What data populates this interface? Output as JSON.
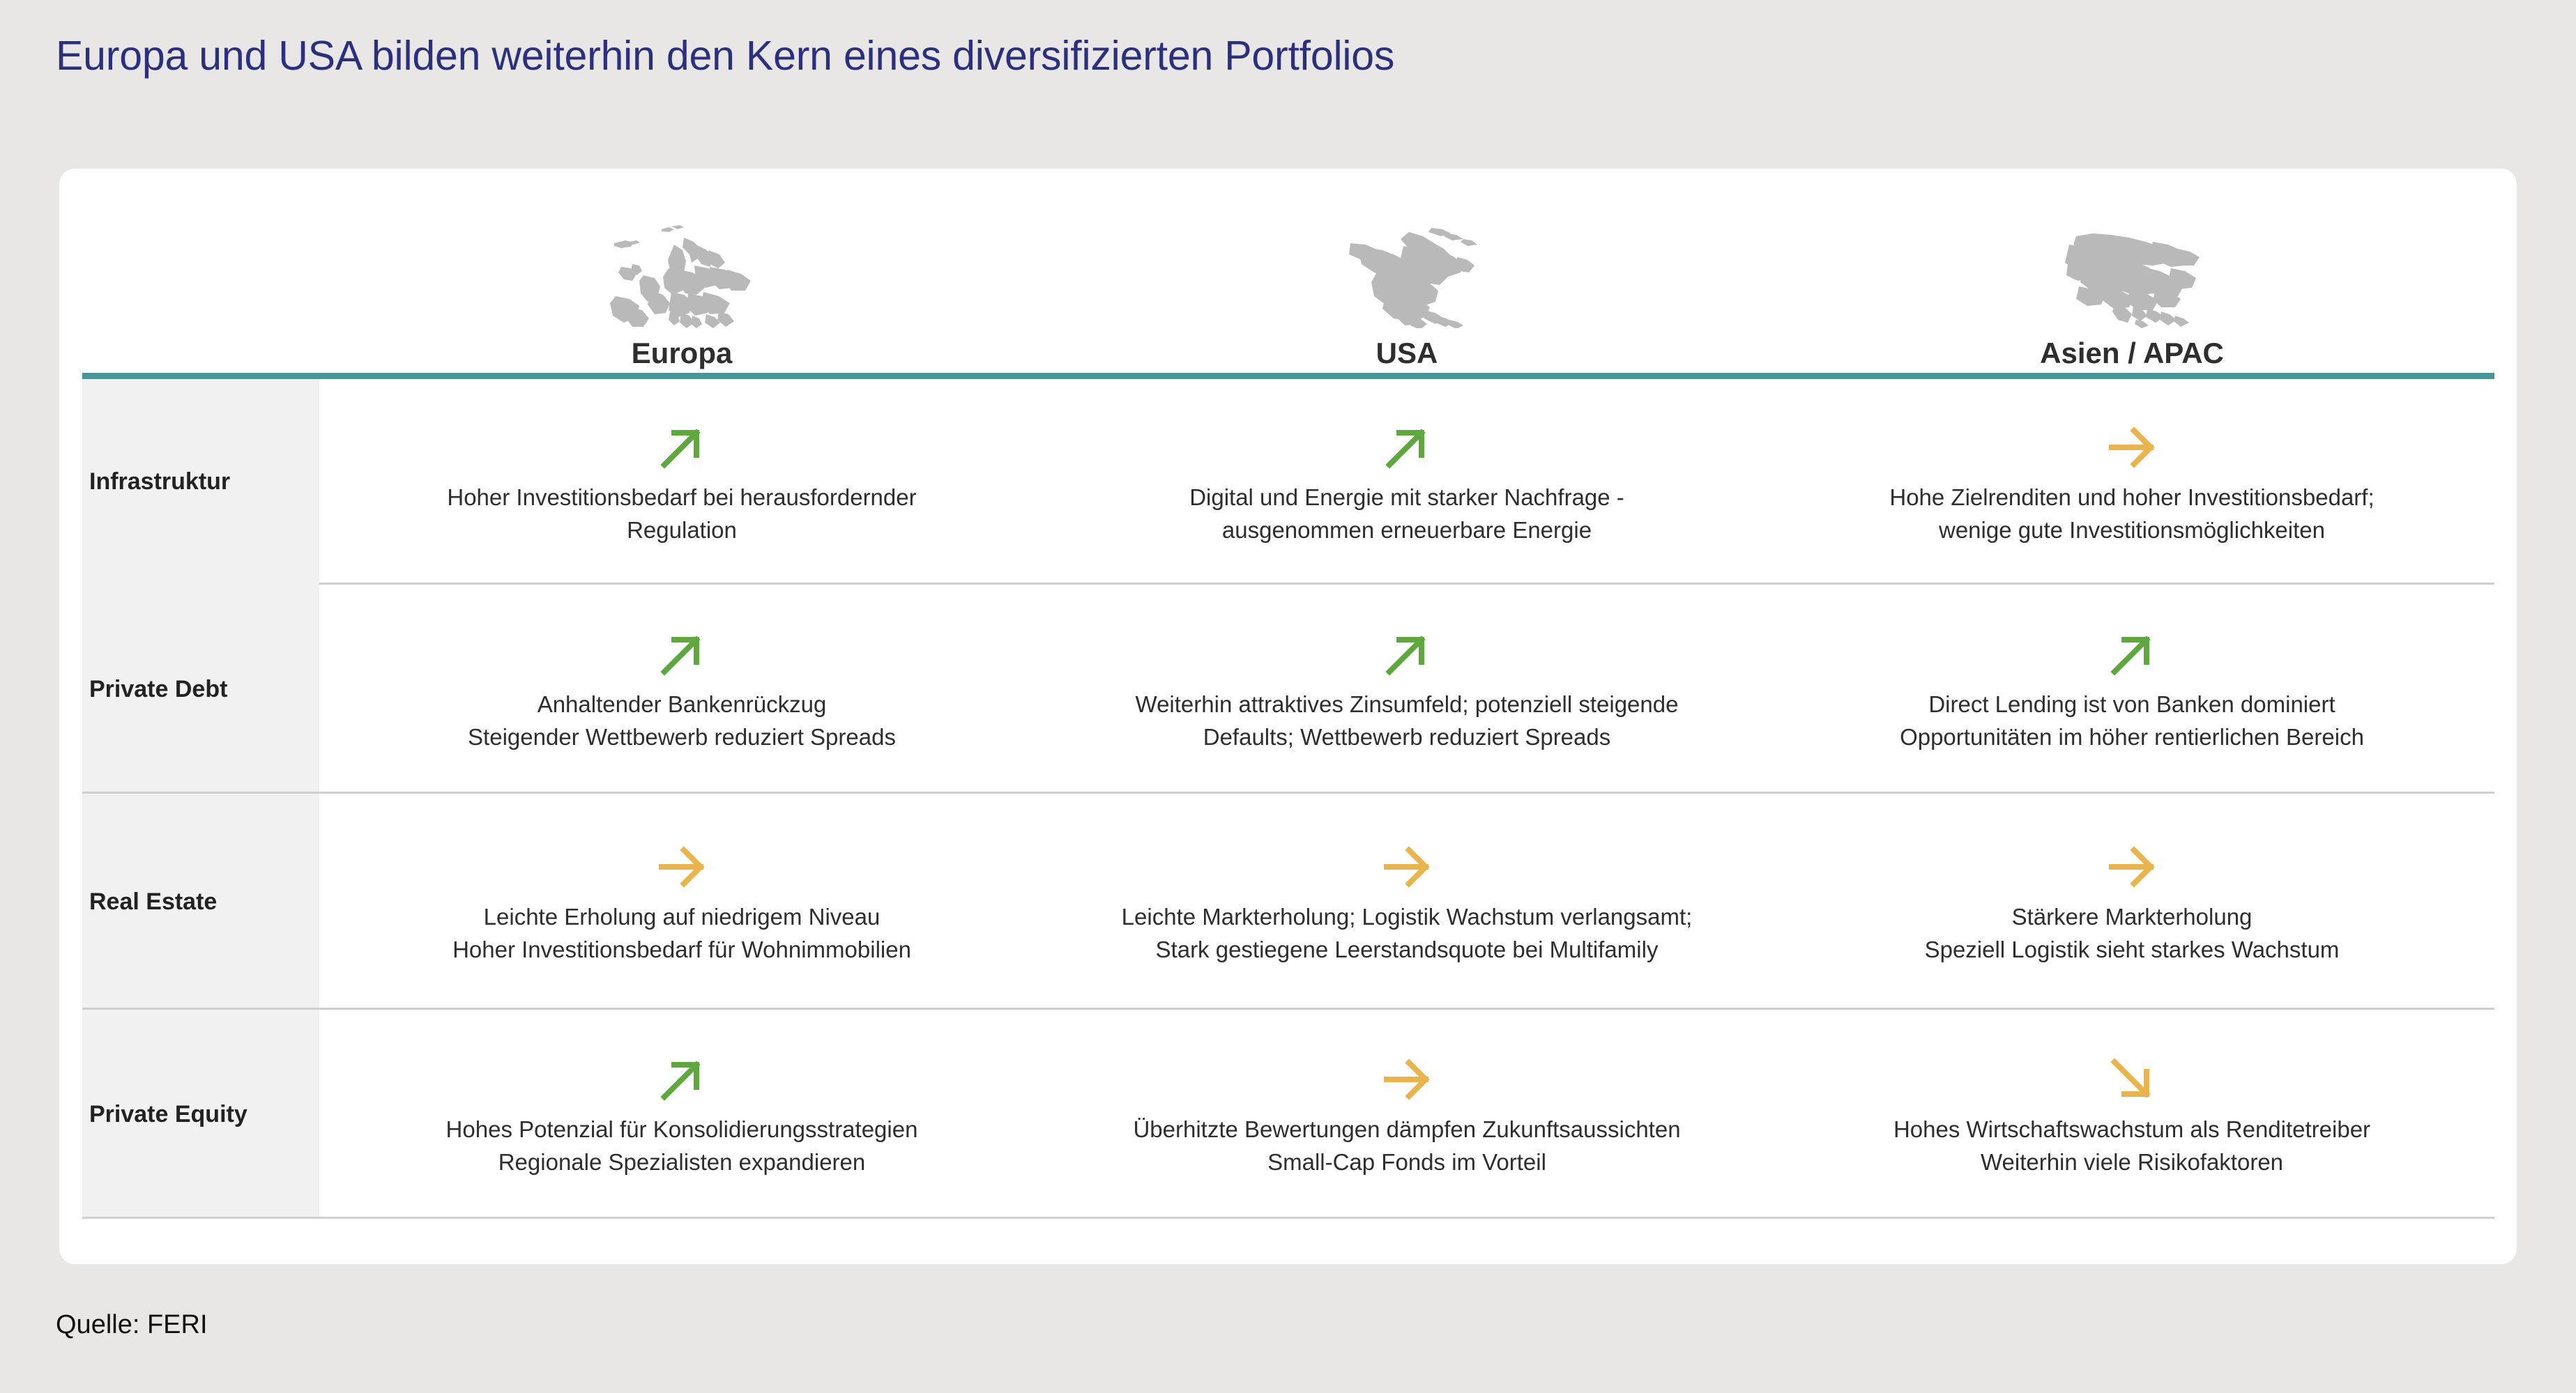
{
  "page": {
    "title": "Europa und USA bilden weiterhin den Kern eines diversifizierten Portfolios",
    "source_note": "Quelle: FERI",
    "background_color": "#e8e7e5",
    "title_color": "#2b2f7d",
    "accent_rule_color": "#3f9a99",
    "label_column_color": "#f1f1f1",
    "card_color": "#ffffff"
  },
  "legend_colors": {
    "positive_arrow": "#5fa83f",
    "neutral_arrow": "#e9b44c",
    "negative_arrow": "#e9b44c",
    "map_fill": "#b9b9b9"
  },
  "columns": [
    {
      "label": "Europa",
      "icon": "europe-map-icon"
    },
    {
      "label": "USA",
      "icon": "north-america-map-icon"
    },
    {
      "label": "Asien / APAC",
      "icon": "asia-map-icon"
    }
  ],
  "rows": [
    {
      "label": "Infrastruktur",
      "cells": [
        {
          "arrow": "arrow-up-right-icon",
          "arrow_direction": "up-right",
          "arrow_color": "#5fa83f",
          "text": "Hoher Investitionsbedarf bei herausfordernder\nRegulation"
        },
        {
          "arrow": "arrow-up-right-icon",
          "arrow_direction": "up-right",
          "arrow_color": "#5fa83f",
          "text": "Digital und Energie mit starker Nachfrage -\nausgenommen erneuerbare Energie"
        },
        {
          "arrow": "arrow-right-icon",
          "arrow_direction": "right",
          "arrow_color": "#e9b44c",
          "text": "Hohe Zielrenditen und hoher Investitionsbedarf;\nwenige gute Investitionsmöglichkeiten"
        }
      ]
    },
    {
      "label": "Private Debt",
      "cells": [
        {
          "arrow": "arrow-up-right-icon",
          "arrow_direction": "up-right",
          "arrow_color": "#5fa83f",
          "text": "Anhaltender Bankenrückzug\nSteigender Wettbewerb reduziert Spreads"
        },
        {
          "arrow": "arrow-up-right-icon",
          "arrow_direction": "up-right",
          "arrow_color": "#5fa83f",
          "text": "Weiterhin attraktives Zinsumfeld; potenziell steigende\nDefaults; Wettbewerb reduziert Spreads"
        },
        {
          "arrow": "arrow-up-right-icon",
          "arrow_direction": "up-right",
          "arrow_color": "#5fa83f",
          "text": "Direct Lending ist von Banken dominiert\nOpportunitäten im höher rentierlichen Bereich"
        }
      ]
    },
    {
      "label": "Real Estate",
      "cells": [
        {
          "arrow": "arrow-right-icon",
          "arrow_direction": "right",
          "arrow_color": "#e9b44c",
          "text": "Leichte Erholung auf niedrigem Niveau\nHoher Investitionsbedarf für Wohnimmobilien"
        },
        {
          "arrow": "arrow-right-icon",
          "arrow_direction": "right",
          "arrow_color": "#e9b44c",
          "text": "Leichte Markterholung; Logistik Wachstum verlangsamt;\nStark gestiegene Leerstandsquote bei Multifamily"
        },
        {
          "arrow": "arrow-right-icon",
          "arrow_direction": "right",
          "arrow_color": "#e9b44c",
          "text": "Stärkere Markterholung\nSpeziell Logistik sieht starkes Wachstum"
        }
      ]
    },
    {
      "label": "Private Equity",
      "cells": [
        {
          "arrow": "arrow-up-right-icon",
          "arrow_direction": "up-right",
          "arrow_color": "#5fa83f",
          "text": "Hohes Potenzial für Konsolidierungsstrategien\nRegionale Spezialisten expandieren"
        },
        {
          "arrow": "arrow-right-icon",
          "arrow_direction": "right",
          "arrow_color": "#e9b44c",
          "text": "Überhitzte Bewertungen dämpfen Zukunftsaussichten\nSmall-Cap Fonds im Vorteil"
        },
        {
          "arrow": "arrow-down-right-icon",
          "arrow_direction": "down-right",
          "arrow_color": "#e9b44c",
          "text": "Hohes Wirtschaftswachstum als Renditetreiber\nWeiterhin viele Risikofaktoren"
        }
      ]
    }
  ]
}
